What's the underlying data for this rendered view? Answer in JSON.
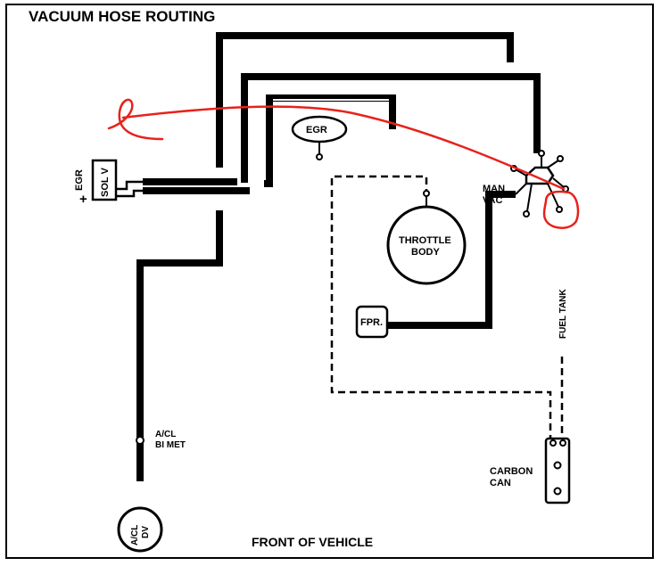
{
  "title": "VACUUM HOSE ROUTING",
  "footer": "FRONT OF VEHICLE",
  "labels": {
    "egr_side": "EGR",
    "sol_v": "SOL V",
    "egr_valve": "EGR",
    "man_vac_1": "MAN",
    "man_vac_2": "VAC",
    "throttle_1": "THROTTLE",
    "throttle_2": "BODY",
    "fpr": "FPR.",
    "fuel_tank": "FUEL TANK",
    "acl_bimet_1": "A/CL",
    "acl_bimet_2": "BI MET",
    "acl_dv_1": "A/CL",
    "acl_dv_2": "DV",
    "carbon_1": "CARBON",
    "carbon_2": "CAN"
  },
  "colors": {
    "line": "#000000",
    "annotation": "#e8211b"
  }
}
